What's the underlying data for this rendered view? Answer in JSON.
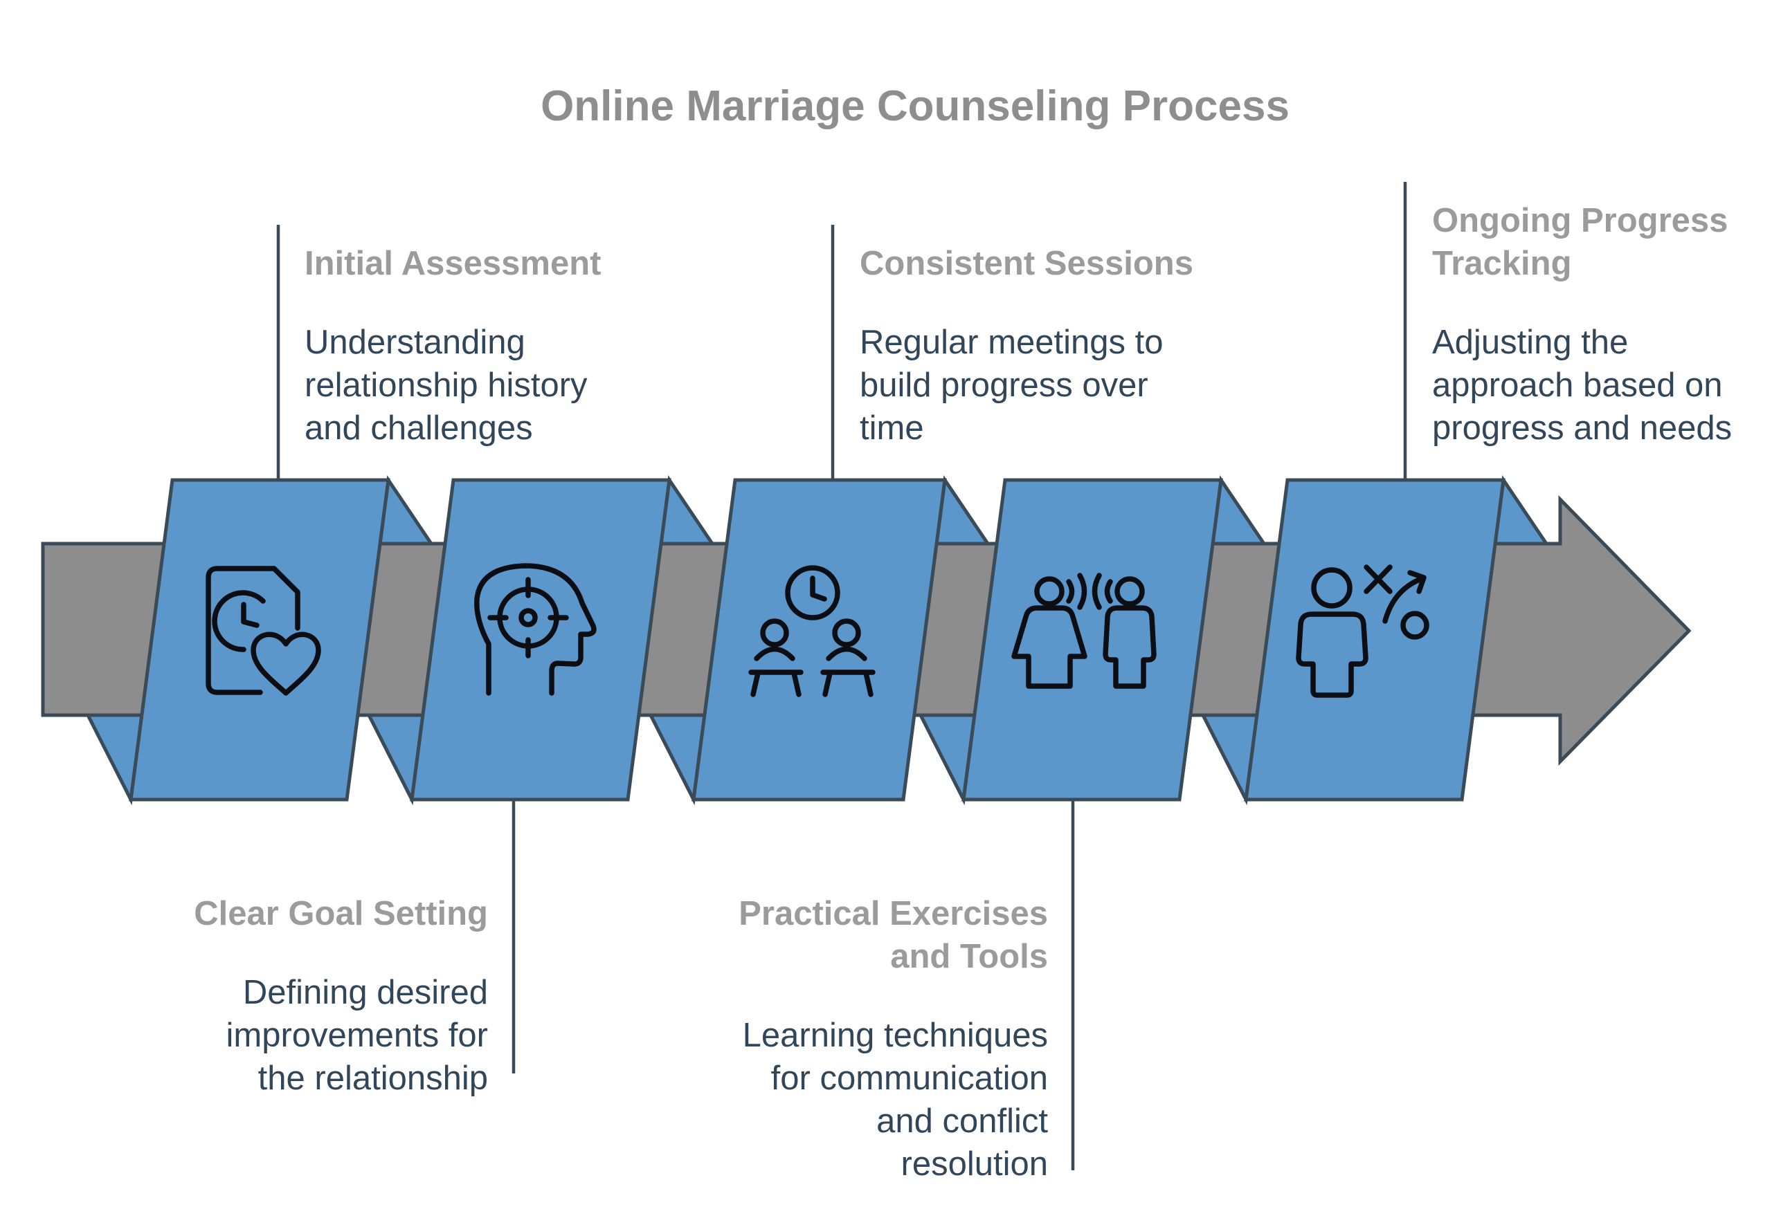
{
  "title": "Online Marriage Counseling Process",
  "colors": {
    "ribbon_blue": "#5c97cc",
    "arrow_gray": "#8d8d8d",
    "outline_dark": "#3a4a57",
    "title_gray": "#8e8e8e",
    "heading_gray": "#9b9b9b",
    "body_text": "#32465a",
    "icon_stroke": "#0c0e14"
  },
  "steps": [
    {
      "label_position": "top",
      "heading": "Initial Assessment",
      "description": "Understanding\nrelationship history\nand challenges",
      "icon": "document-clock-heart-icon"
    },
    {
      "label_position": "bottom",
      "heading": "Clear Goal Setting",
      "description": "Defining desired\nimprovements for\nthe relationship",
      "icon": "head-target-icon"
    },
    {
      "label_position": "top",
      "heading": "Consistent Sessions",
      "description": "Regular meetings to\nbuild progress over\ntime",
      "icon": "clock-meeting-icon"
    },
    {
      "label_position": "bottom",
      "heading": "Practical Exercises\nand Tools",
      "description": "Learning techniques\nfor communication\nand conflict\nresolution",
      "icon": "two-people-talking-icon"
    },
    {
      "label_position": "top",
      "heading": "Ongoing Progress\nTracking",
      "description": "Adjusting the\napproach based on\nprogress and needs",
      "icon": "person-strategy-icon"
    }
  ]
}
